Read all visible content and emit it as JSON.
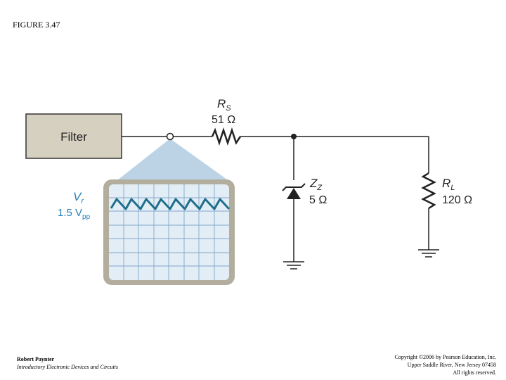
{
  "figure_title": "FIGURE 3.47",
  "diagram": {
    "filter_label": "Filter",
    "rs_label": "R",
    "rs_sub": "S",
    "rs_value": "51 Ω",
    "zener_label": "Z",
    "zener_sub": "Z",
    "zener_value": "5 Ω",
    "rl_label": "R",
    "rl_sub": "L",
    "rl_value": "120 Ω",
    "vr_label": "V",
    "vr_sub": "r",
    "vr_value": "1.5 V",
    "vr_value_sub": "pp"
  },
  "footer": {
    "author": "Robert Paynter",
    "book": "Introductory Electronic Devices and Circuits",
    "copyright_lines": [
      "Copyright ©2006 by Pearson Education, Inc.",
      "Upper Saddle River, New Jersey 07458",
      "All rights reserved."
    ]
  },
  "colors": {
    "filter_box": "#d6d0c1",
    "scope_beam": "#bcd3e6",
    "scope_screen": "#e3edf6",
    "scope_bezel": "#b3ad9e",
    "trace": "#1f6f8b",
    "wire": "#222222"
  }
}
